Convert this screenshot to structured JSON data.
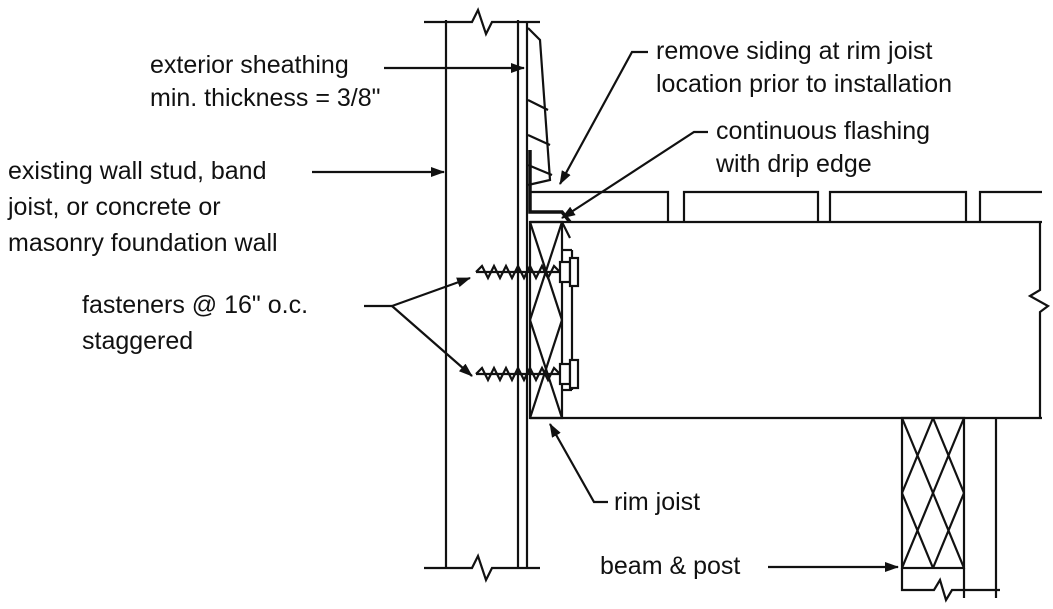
{
  "labels": {
    "sheathing": {
      "line1": "exterior sheathing",
      "line2": "min. thickness = 3/8\""
    },
    "siding": {
      "line1": "remove siding at rim joist",
      "line2": "location prior to installation"
    },
    "flashing": {
      "line1": "continuous flashing",
      "line2": "with drip edge"
    },
    "wall": {
      "line1": "existing wall stud, band",
      "line2": "joist, or concrete or",
      "line3": "masonry foundation wall"
    },
    "fasteners": {
      "line1": "fasteners @ 16\" o.c.",
      "line2": "staggered"
    },
    "rim_joist": "rim joist",
    "beam_post": "beam & post"
  },
  "colors": {
    "ink": "#111111",
    "background": "#ffffff"
  }
}
